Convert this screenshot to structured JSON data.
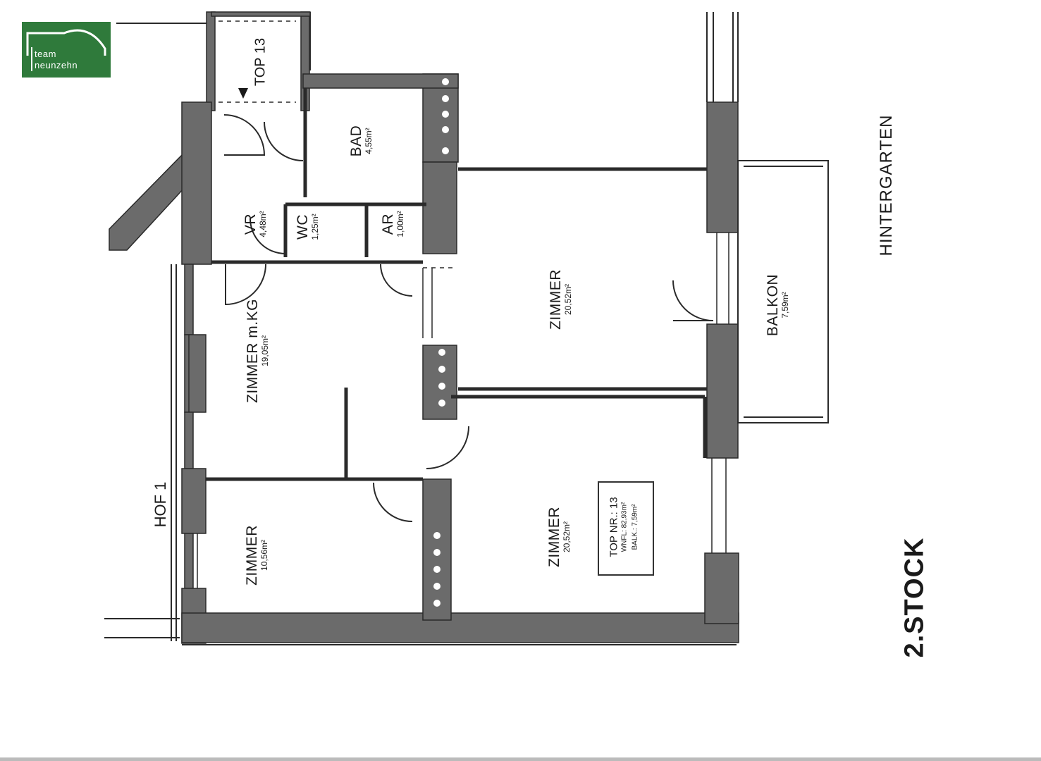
{
  "brand": {
    "line1": "team",
    "line2": "neunzehn",
    "color": "#2f7a3b"
  },
  "floor_label": "2.STOCK",
  "labels": {
    "courtyard": "HOF 1",
    "garden": "HINTERGARTEN",
    "entry": "TOP 13"
  },
  "rooms": {
    "bad": {
      "name": "BAD",
      "area": "4,55m²"
    },
    "vr": {
      "name": "VR",
      "area": "4,48m²"
    },
    "wc": {
      "name": "WC",
      "area": "1,25m²"
    },
    "ar": {
      "name": "AR",
      "area": "1,00m²"
    },
    "zimmer_kg": {
      "name": "ZIMMER m.KG",
      "area": "19,05m²"
    },
    "zimmer_top_right": {
      "name": "ZIMMER",
      "area": "20,52m²"
    },
    "balkon": {
      "name": "BALKON",
      "area": "7,59m²"
    },
    "zimmer_small": {
      "name": "ZIMMER",
      "area": "10,56m²"
    },
    "zimmer_bottom_right": {
      "name": "ZIMMER",
      "area": "20,52m²"
    }
  },
  "top_info": {
    "title": "TOP NR.: 13",
    "wnfl": "WNFL: 82,93m²",
    "balk": "BALK.: 7,59m²"
  },
  "colors": {
    "wall": "#6b6b6b",
    "wall_dark": "#555555",
    "line": "#2a2a2a"
  }
}
